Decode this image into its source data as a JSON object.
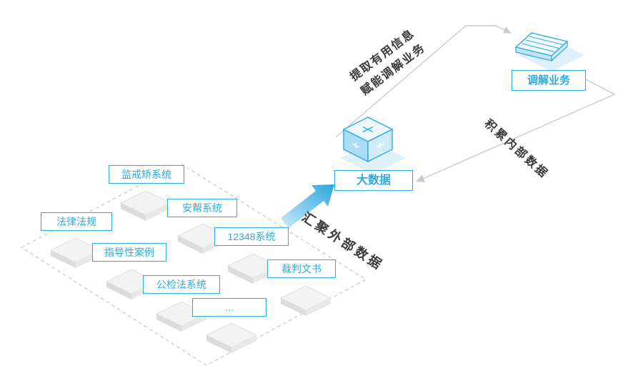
{
  "diagram": {
    "nodes": [
      {
        "label": "监戒矫系统"
      },
      {
        "label": "安帮系统"
      },
      {
        "label": "法律法规"
      },
      {
        "label": "12348系统"
      },
      {
        "label": "指导性案例"
      },
      {
        "label": "裁判文书"
      },
      {
        "label": "公检法系统"
      },
      {
        "label": "..."
      }
    ],
    "big_data_label": "大数据",
    "mediation_label": "调解业务",
    "flow_aggregate_external": "汇聚外部数据",
    "flow_extract_line1": "提取有用信息",
    "flow_extract_line2": "赋能调解业务",
    "flow_accumulate_internal": "积累内部数据",
    "colors": {
      "accent": "#29abe2",
      "connector": "#cccccc",
      "flow_text": "#3a3a3a",
      "platform_blue": "#d9eefb"
    }
  }
}
